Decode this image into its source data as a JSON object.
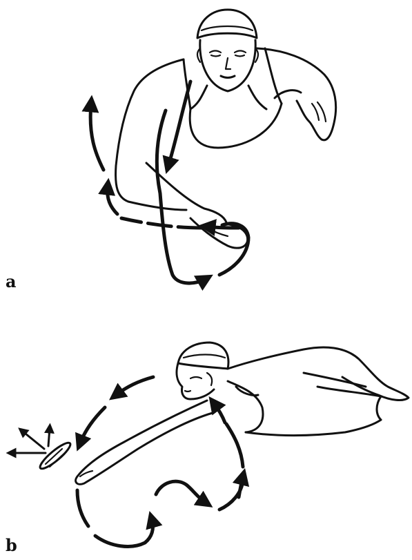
{
  "panels": [
    {
      "id": "a",
      "label": "a"
    },
    {
      "id": "b",
      "label": "b"
    }
  ],
  "colors": {
    "ink": "#111111",
    "background": "#ffffff"
  }
}
